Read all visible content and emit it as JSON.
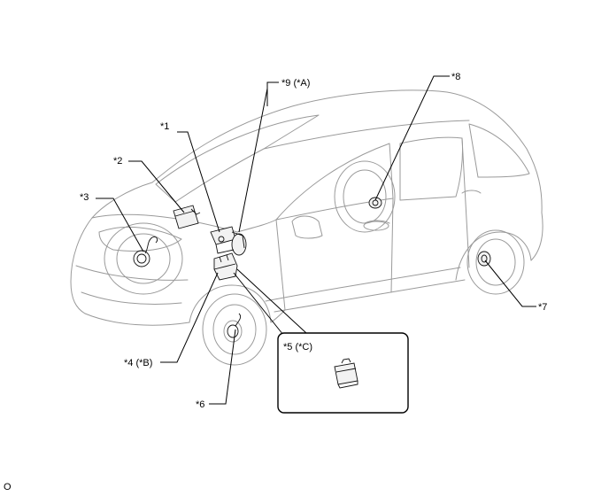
{
  "callouts": {
    "c9": "*9 (*A)",
    "c1": "*1",
    "c8": "*8",
    "c2": "*2",
    "c3": "*3",
    "c7": "*7",
    "c5": "*5 (*C)",
    "c4": "*4 (*B)",
    "c6": "*6"
  },
  "footer_code": "O"
}
